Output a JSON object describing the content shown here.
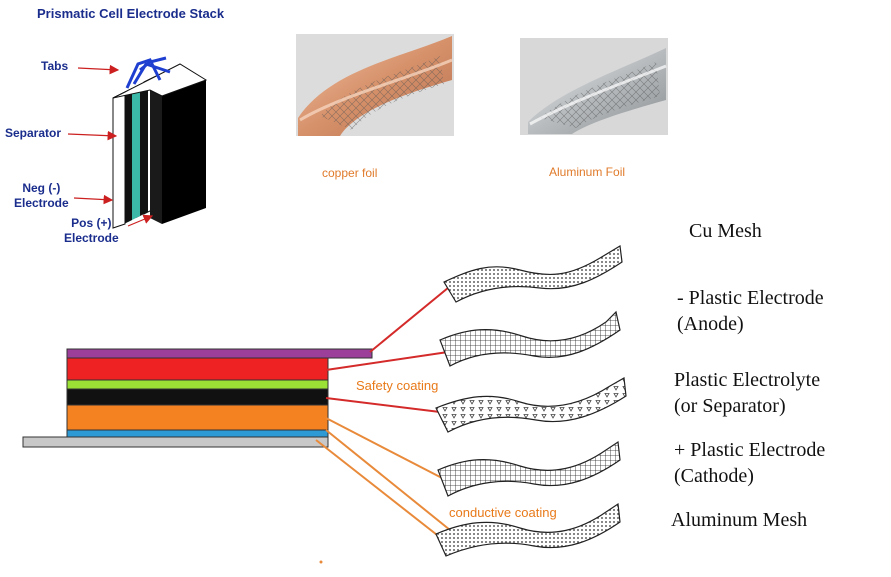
{
  "stack_diagram": {
    "title": "Prismatic Cell Electrode Stack",
    "labels": {
      "tabs": "Tabs",
      "separator": "Separator",
      "neg_electrode_line1": "Neg (-)",
      "neg_electrode_line2": "Electrode",
      "pos_electrode_line1": "Pos (+)",
      "pos_electrode_line2": "Electrode"
    },
    "colors": {
      "label": "#1a2d8c",
      "arrow": "#cc2020",
      "tab": "#1f3fd0",
      "separator": "#3cb8a8",
      "plate": "#111111"
    }
  },
  "foils": {
    "copper_caption": "copper foil",
    "aluminum_caption": "Aluminum Foil",
    "colors": {
      "copper": "#d6916a",
      "aluminum": "#b8bcbf",
      "caption": "#e07a2a"
    }
  },
  "layer_labels": {
    "cu_mesh": "Cu Mesh",
    "anode_line1": "- Plastic Electrode",
    "anode_line2": "(Anode)",
    "electrolyte_line1": "Plastic Electrolyte",
    "electrolyte_line2": "(or Separator)",
    "cathode_line1": "+ Plastic Electrode",
    "cathode_line2": "(Cathode)",
    "al_mesh": "Aluminum Mesh"
  },
  "coatings": {
    "safety": "Safety coating",
    "conductive": "conductive coating"
  },
  "layer_colors": {
    "cu_mesh": "#9b3f9b",
    "anode": "#ee2222",
    "safety": "#9be034",
    "electrolyte": "#111111",
    "cathode": "#f58220",
    "conductive": "#2d9ad6",
    "al_mesh": "#c8c8c8",
    "red_connector": "#d42a2a",
    "orange_connector": "#e88a3a"
  }
}
